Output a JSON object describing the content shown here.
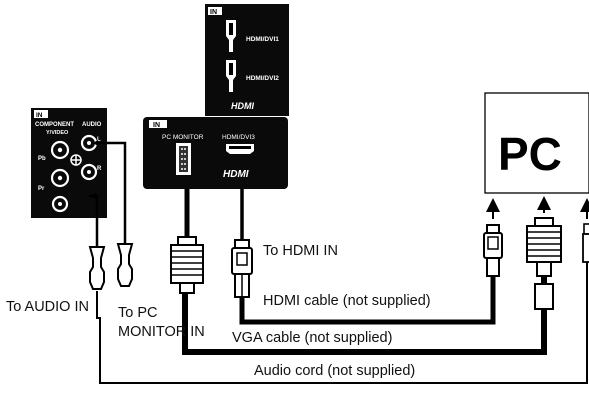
{
  "panels": {
    "top_in_label": "IN",
    "hdmi_dvi1": "HDMI/DVI1",
    "hdmi_dvi2": "HDMI/DVI2",
    "hdmi_logo": "HDMI",
    "mid_in_label": "IN",
    "pc_monitor": "PC MONITOR",
    "hdmi_dvi3": "HDMI/DVI3",
    "mid_hdmi_logo": "HDMI",
    "left_in_label": "IN",
    "component": "COMPONENT",
    "y_video": "Y/VIDEO",
    "audio": "AUDIO",
    "pb": "Pb",
    "pr": "Pr",
    "l": "L",
    "r": "R"
  },
  "pc_box": {
    "label": "PC"
  },
  "labels": {
    "to_hdmi_in": "To HDMI IN",
    "to_audio_in": "To AUDIO IN",
    "to_pc": "To PC",
    "monitor_in": "MONITOR IN",
    "hdmi_cable": "HDMI cable (not supplied)",
    "vga_cable": "VGA cable (not supplied)",
    "audio_cord": "Audio cord (not supplied)"
  }
}
